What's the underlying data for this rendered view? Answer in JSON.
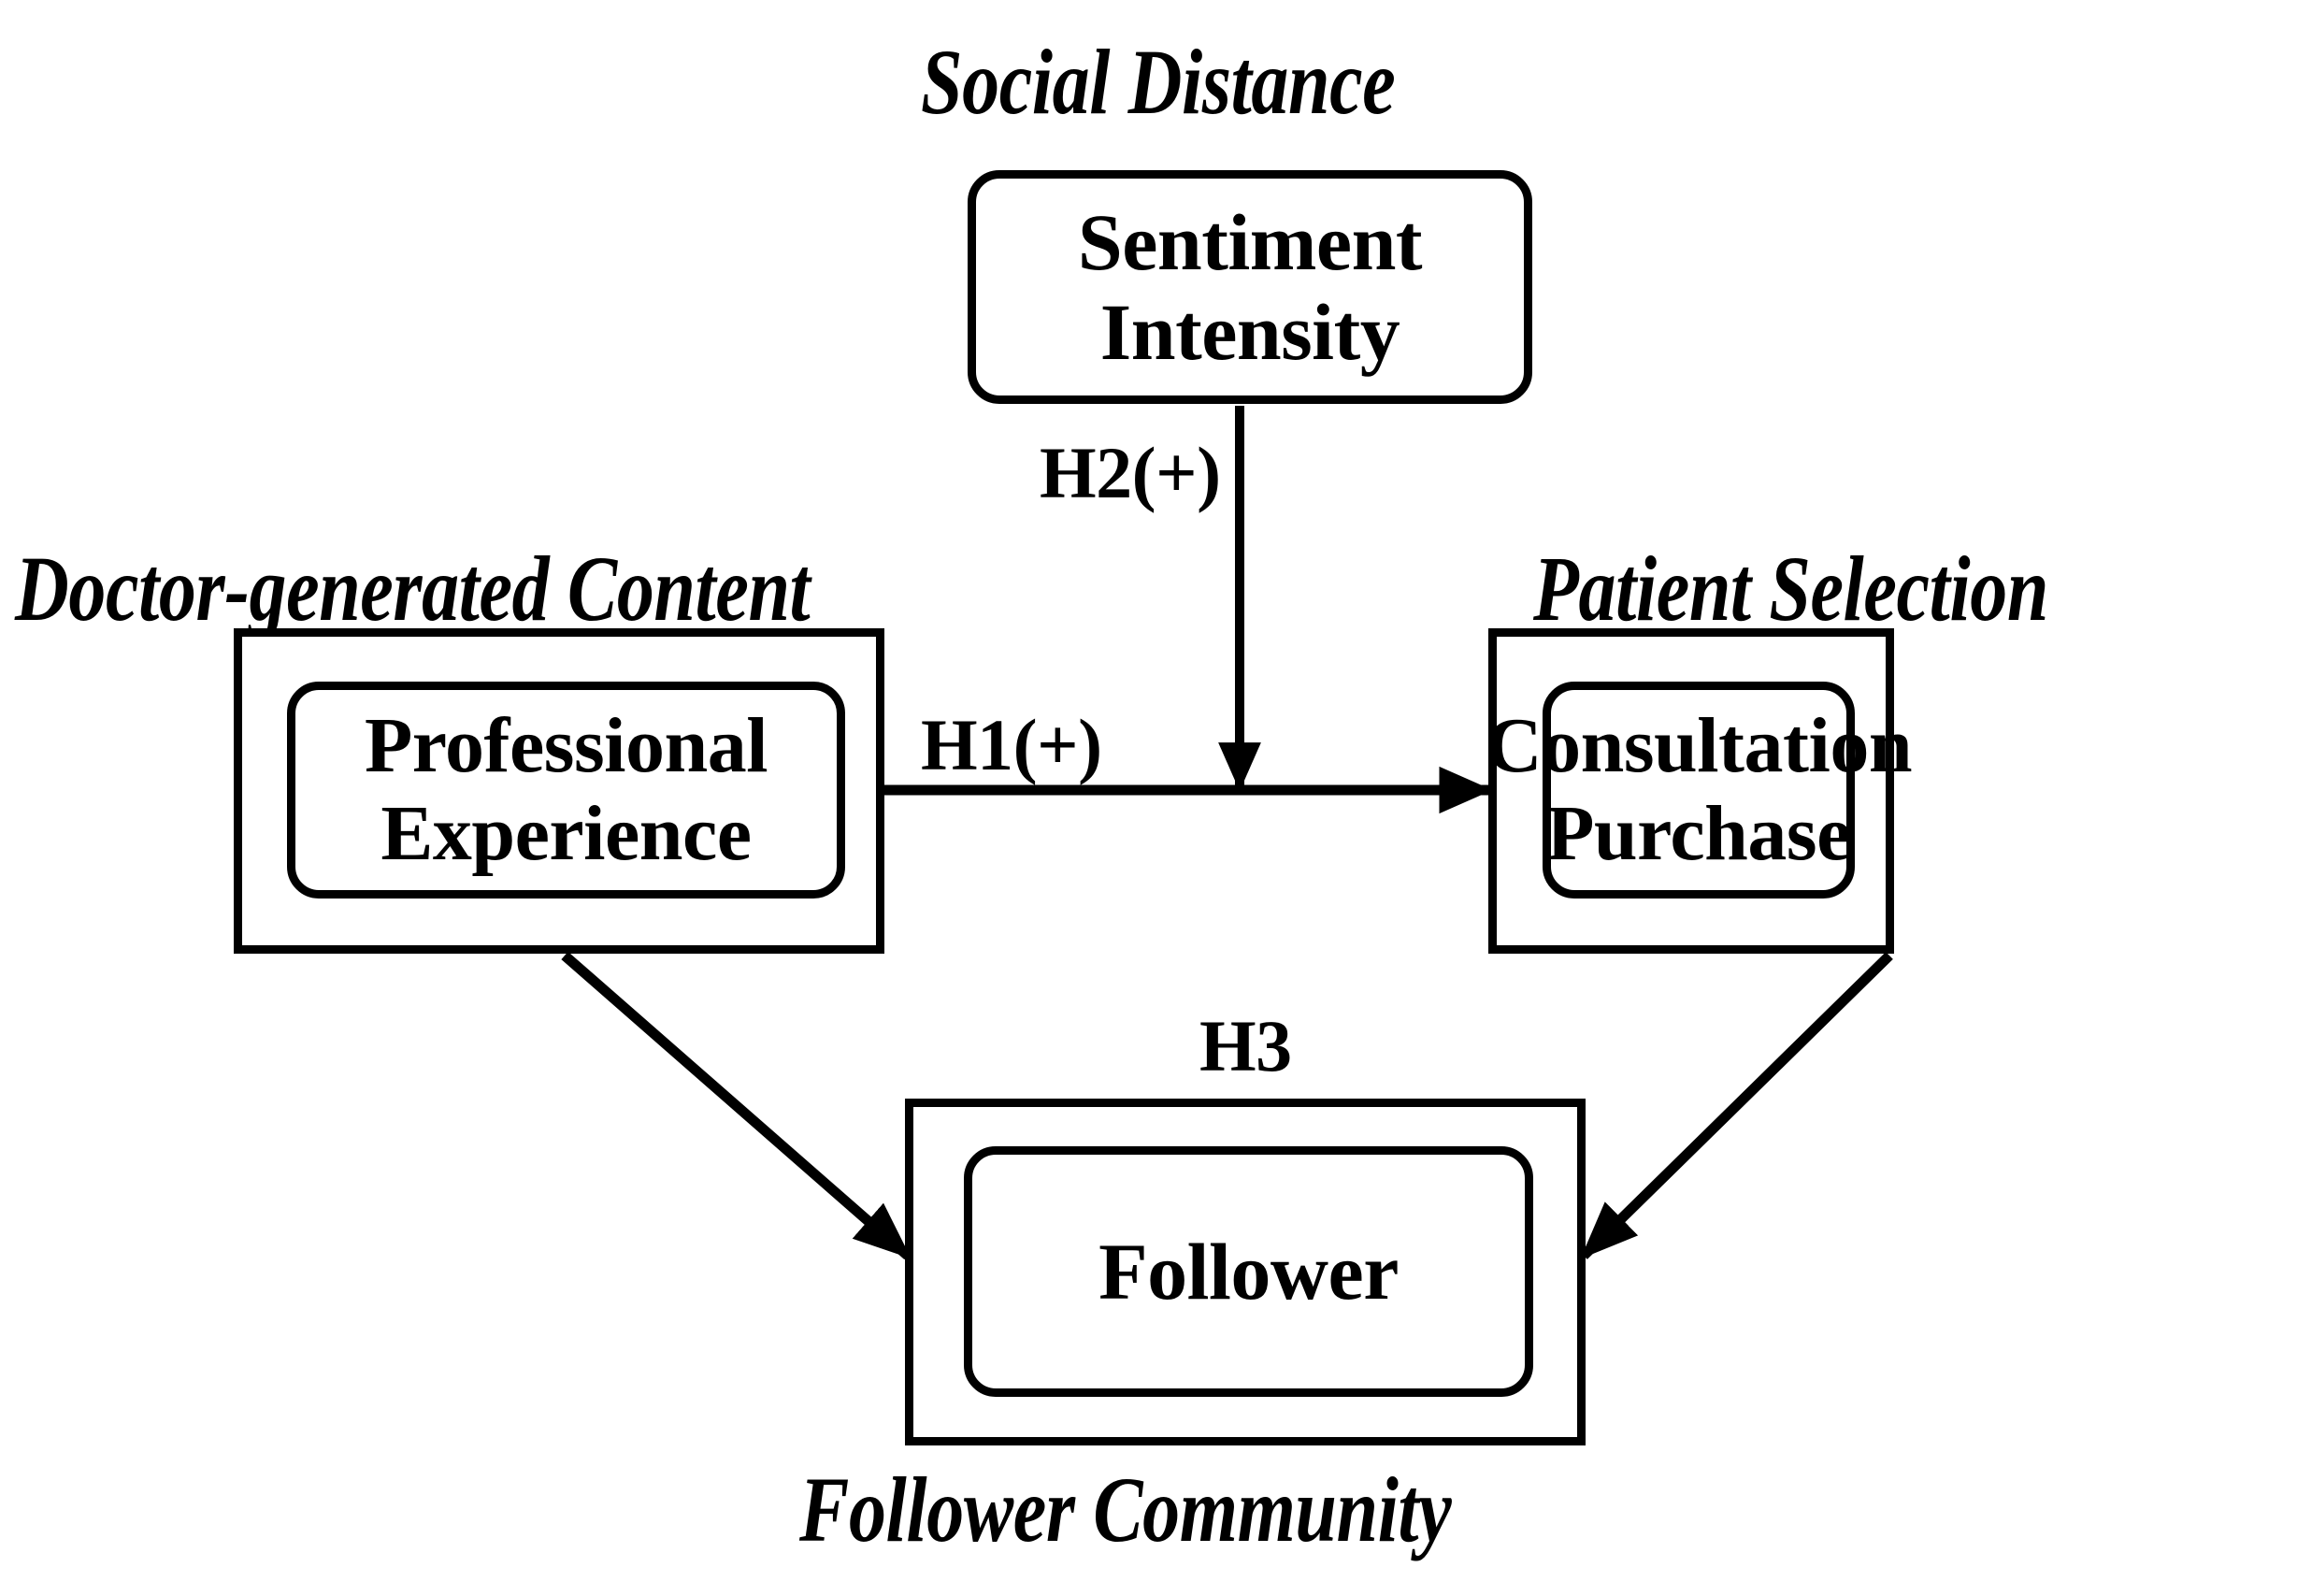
{
  "diagram": {
    "title": "Research model of doctor-generated content, social distance, patient selection and follower community",
    "background_color": "#ffffff",
    "line_color": "#000000"
  },
  "groups": {
    "social_distance": {
      "caption": "Social Distance",
      "box_label": "Sentiment\nIntensity"
    },
    "doctor_generated_content": {
      "caption": "Doctor-generated Content",
      "box_label": "Professional\nExperience"
    },
    "patient_selection": {
      "caption": "Patient Selection",
      "box_label": "Consultation\nPurchase"
    },
    "follower_community": {
      "caption": "Follower Community",
      "box_label": "Follower"
    }
  },
  "hypotheses": {
    "h1": "H1(+)",
    "h2": "H2(+)",
    "h3": "H3"
  }
}
